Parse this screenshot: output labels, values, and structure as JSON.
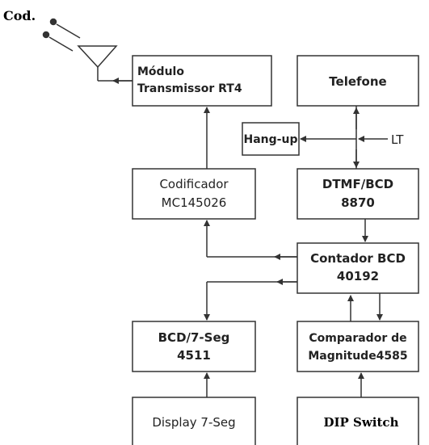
{
  "diagram": {
    "colors": {
      "line": "#333333",
      "box_stroke": "#333333",
      "text": "#222222",
      "background": "#ffffff"
    },
    "labels": {
      "cod": "Cod.",
      "lt": "LT"
    },
    "blocks": {
      "modulo": {
        "line1": "Módulo",
        "line2": "Transmissor RT4"
      },
      "telefone": {
        "line1": "Telefone"
      },
      "hangup": {
        "line1": "Hang-up"
      },
      "codificador": {
        "line1": "Codificador",
        "line2": "MC145026"
      },
      "dtmf": {
        "line1": "DTMF/BCD",
        "line2": "8870"
      },
      "contador": {
        "line1": "Contador BCD",
        "line2": "40192"
      },
      "bcd7seg": {
        "line1": "BCD/7-Seg",
        "line2": "4511"
      },
      "comparador": {
        "line1": "Comparador de",
        "line2": "Magnitude4585"
      },
      "display": {
        "line1": "Display 7-Seg"
      },
      "dip": {
        "line1": "DIP Switch"
      }
    }
  }
}
